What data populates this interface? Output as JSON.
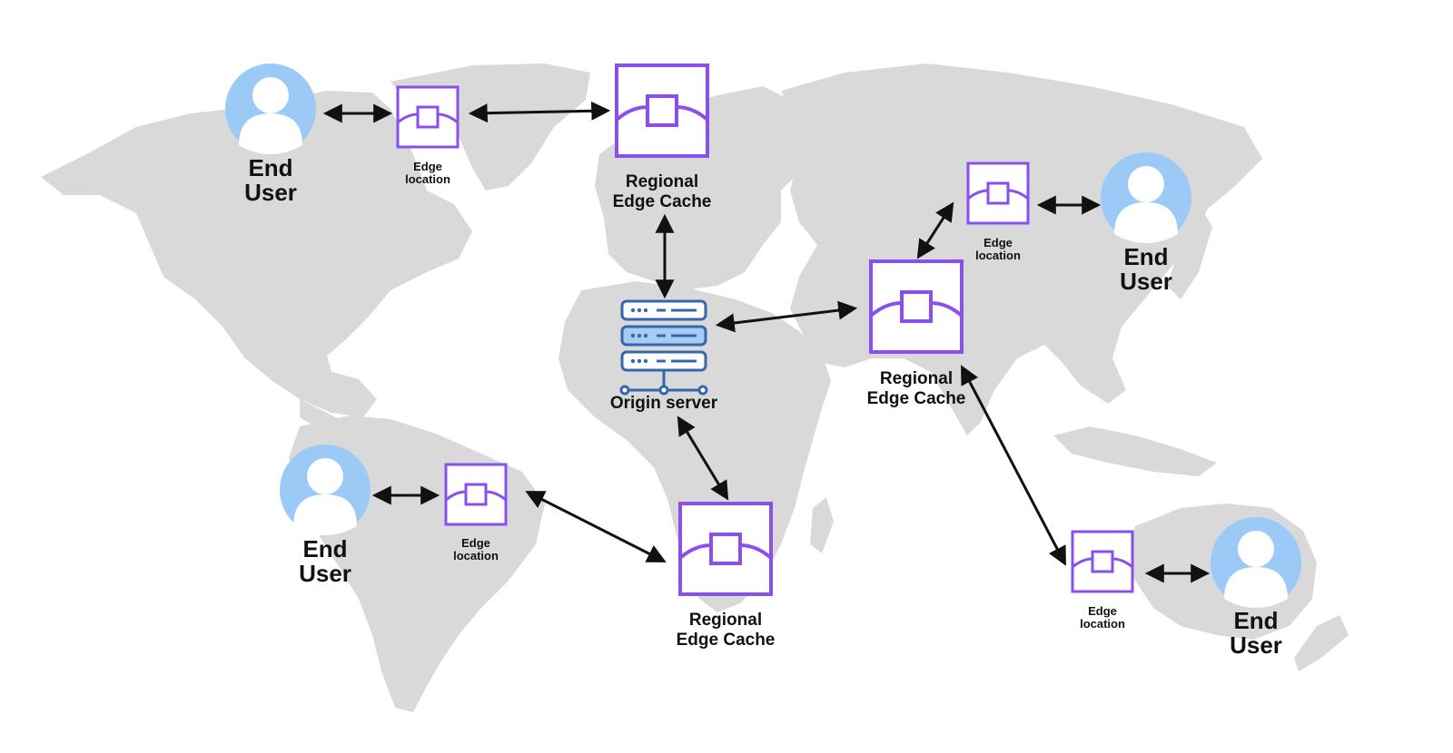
{
  "colors": {
    "map": "#d9d9d9",
    "cache_purple": "#8b4ff0",
    "user_circle": "#9ccaf6",
    "server_blue": "#3567ad",
    "server_fill": "#a8cbf2",
    "arrow": "#111111"
  },
  "end_users": [
    {
      "id": "na",
      "line1": "End",
      "line2": "User"
    },
    {
      "id": "sa",
      "line1": "End",
      "line2": "User"
    },
    {
      "id": "asia",
      "line1": "End",
      "line2": "User"
    },
    {
      "id": "au",
      "line1": "End",
      "line2": "User"
    }
  ],
  "edge_locations": [
    {
      "id": "na",
      "line1": "Edge",
      "line2": "location"
    },
    {
      "id": "sa",
      "line1": "Edge",
      "line2": "location"
    },
    {
      "id": "asia",
      "line1": "Edge",
      "line2": "location"
    },
    {
      "id": "au",
      "line1": "Edge",
      "line2": "location"
    }
  ],
  "regional_edge_caches": [
    {
      "id": "europe",
      "line1": "Regional",
      "line2": "Edge Cache"
    },
    {
      "id": "asia",
      "line1": "Regional",
      "line2": "Edge Cache"
    },
    {
      "id": "africa",
      "line1": "Regional",
      "line2": "Edge Cache"
    }
  ],
  "origin": {
    "label": "Origin server"
  },
  "icons": {
    "user": "user-avatar-icon",
    "edge": "edge-location-icon",
    "cache": "regional-edge-cache-icon",
    "server": "server-rack-icon"
  }
}
